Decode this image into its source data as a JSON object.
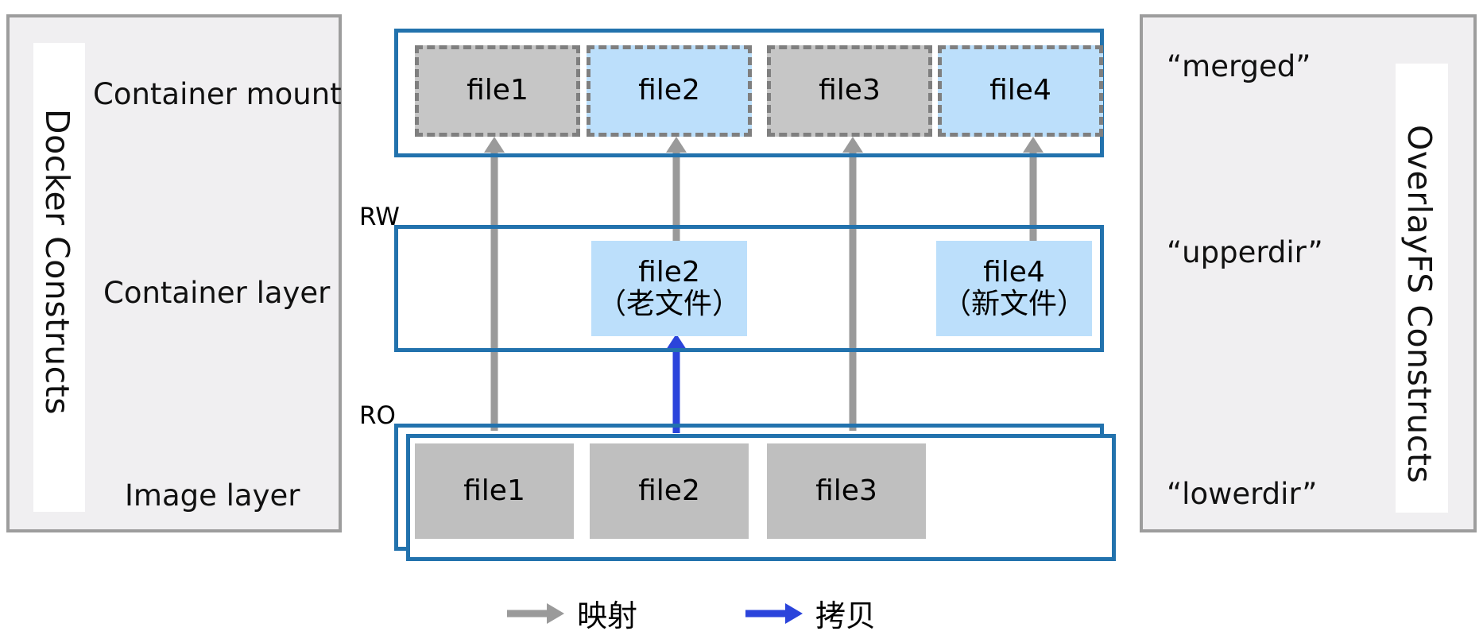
{
  "left_panel": {
    "vertical_label": "Docker  Constructs",
    "rows": [
      {
        "label": "Container mount"
      },
      {
        "label": "Container layer"
      },
      {
        "label": "Image layer"
      }
    ]
  },
  "right_panel": {
    "vertical_label": "OverlayFS  Constructs",
    "rows": [
      {
        "label": "“merged”"
      },
      {
        "label": "“upperdir”"
      },
      {
        "label": "“lowerdir”"
      }
    ]
  },
  "diagram": {
    "merged_layer": {
      "files": [
        {
          "name": "file1",
          "fill": "gray"
        },
        {
          "name": "file2",
          "fill": "blue"
        },
        {
          "name": "file3",
          "fill": "gray"
        },
        {
          "name": "file4",
          "fill": "blue"
        }
      ]
    },
    "container_layer": {
      "tag": "RW",
      "files": [
        {
          "line1": "file2",
          "line2": "（老文件）",
          "fill": "blue"
        },
        {
          "line1": "file4",
          "line2": "（新文件）",
          "fill": "blue"
        }
      ]
    },
    "image_layer": {
      "tag": "RO",
      "files": [
        {
          "name": "file1",
          "fill": "gray"
        },
        {
          "name": "file2",
          "fill": "gray"
        },
        {
          "name": "file3",
          "fill": "gray"
        }
      ]
    }
  },
  "legend": [
    {
      "arrow_color": "#9a9a9a",
      "label": "映射"
    },
    {
      "arrow_color": "#2b44db",
      "label": "拷贝"
    }
  ],
  "colors": {
    "blue_border": "#2272ad",
    "gray_fill": "#bfbfbf",
    "blue_fill": "#bcdffb",
    "panel_border": "#9d9d9d",
    "panel_fill": "#f0eff1",
    "gray_arrow": "#9a9a9a",
    "blue_arrow": "#2b44db"
  }
}
